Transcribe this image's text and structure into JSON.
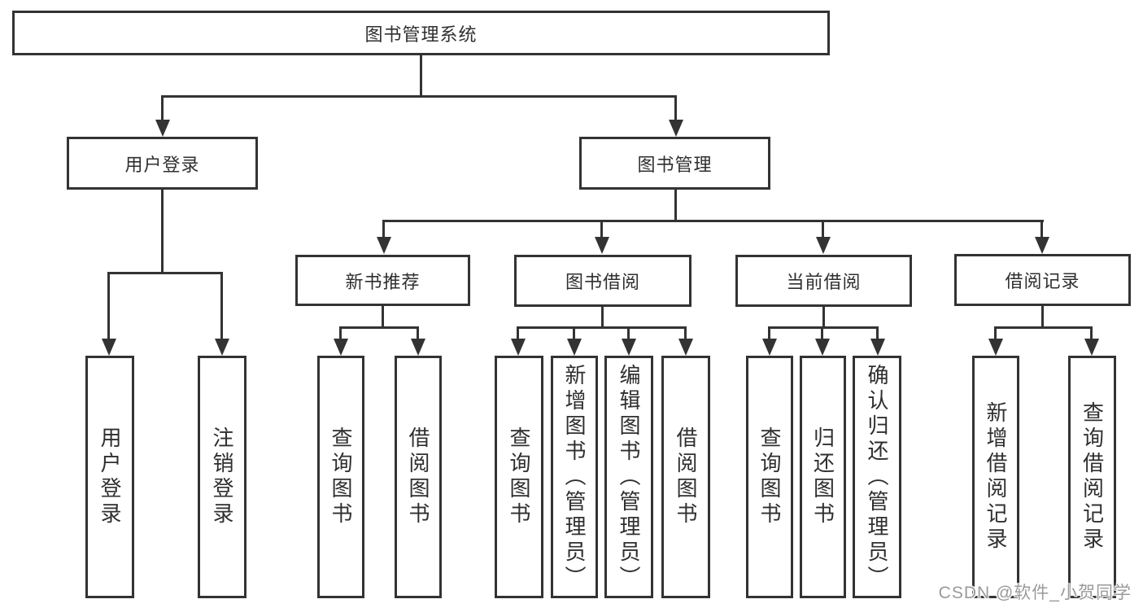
{
  "diagram": {
    "title": "图书管理系统",
    "level2": {
      "user_login": "用户登录",
      "book_mgmt": "图书管理"
    },
    "level3": {
      "new_books": "新书推荐",
      "borrowing": "图书借阅",
      "current": "当前借阅",
      "records": "借阅记录"
    },
    "leaves": {
      "login": "用户登录",
      "logout": "注销登录",
      "nb_query": "查询图书",
      "nb_borrow": "借阅图书",
      "bw_query": "查询图书",
      "bw_add": "新增图书（管理员）",
      "bw_edit": "编辑图书（管理员）",
      "bw_borrow": "借阅图书",
      "cur_query": "查询图书",
      "cur_return": "归还图书",
      "cur_confirm": "确认归还（管理员）",
      "rec_add": "新增借阅记录",
      "rec_query": "查询借阅记录"
    }
  },
  "watermark": {
    "text": "CSDN @软件_小贺同学"
  },
  "colors": {
    "line": "#333333",
    "text": "#2f2f2f",
    "background": "#ffffff",
    "watermark": "#9a9a9a"
  }
}
